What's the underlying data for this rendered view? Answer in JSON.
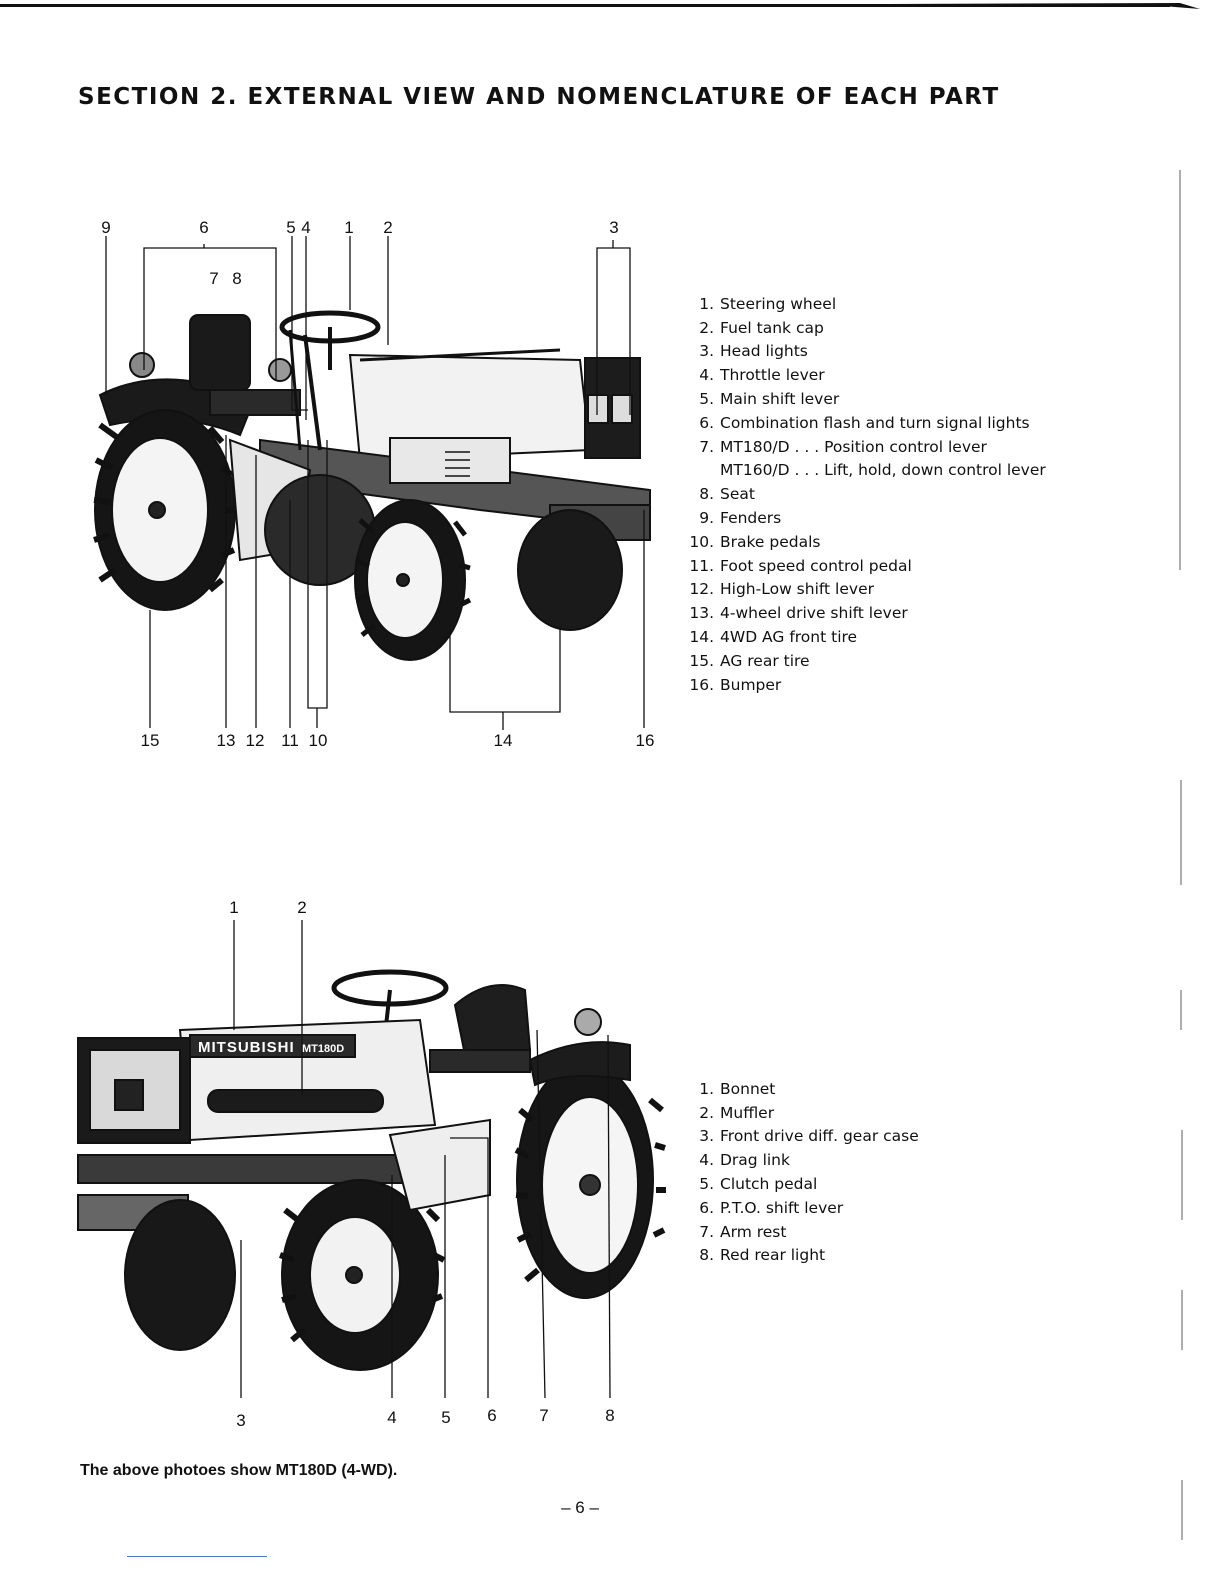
{
  "section_title": "SECTION 2.  EXTERNAL VIEW AND NOMENCLATURE OF EACH PART",
  "figure1": {
    "callouts_top": [
      "9",
      "6",
      "5",
      "4",
      "1",
      "2",
      "3",
      "7",
      "8"
    ],
    "callouts_bottom": [
      "15",
      "13",
      "12",
      "11",
      "10",
      "14",
      "16"
    ],
    "parts": [
      {
        "num": "1.",
        "label": "Steering wheel"
      },
      {
        "num": "2.",
        "label": "Fuel tank cap"
      },
      {
        "num": "3.",
        "label": "Head lights"
      },
      {
        "num": "4.",
        "label": "Throttle lever"
      },
      {
        "num": "5.",
        "label": "Main shift lever"
      },
      {
        "num": "6.",
        "label": "Combination flash and turn signal lights"
      },
      {
        "num": "7.",
        "label": "MT180/D . . . Position control lever"
      },
      {
        "num": "",
        "label": "MT160/D . . . Lift, hold, down control lever"
      },
      {
        "num": "8.",
        "label": "Seat"
      },
      {
        "num": "9.",
        "label": "Fenders"
      },
      {
        "num": "10.",
        "label": "Brake pedals"
      },
      {
        "num": "11.",
        "label": "Foot speed control pedal"
      },
      {
        "num": "12.",
        "label": "High-Low shift lever"
      },
      {
        "num": "13.",
        "label": "4-wheel drive shift lever"
      },
      {
        "num": "14.",
        "label": "4WD AG front tire"
      },
      {
        "num": "15.",
        "label": "AG rear tire"
      },
      {
        "num": "16.",
        "label": "Bumper"
      }
    ]
  },
  "figure2": {
    "callouts_top": [
      "1",
      "2"
    ],
    "callouts_bottom": [
      "3",
      "4",
      "5",
      "6",
      "7",
      "8"
    ],
    "brand_text": "MITSUBISHI",
    "model_badge": "MT180D",
    "parts": [
      {
        "num": "1.",
        "label": "Bonnet"
      },
      {
        "num": "2.",
        "label": "Muffler"
      },
      {
        "num": "3.",
        "label": "Front drive diff. gear case"
      },
      {
        "num": "4.",
        "label": "Drag link"
      },
      {
        "num": "5.",
        "label": "Clutch pedal"
      },
      {
        "num": "6.",
        "label": "P.T.O. shift lever"
      },
      {
        "num": "7.",
        "label": "Arm rest"
      },
      {
        "num": "8.",
        "label": "Red rear light"
      }
    ]
  },
  "caption": "The above photoes show MT180D (4-WD).",
  "page_number": "– 6 –"
}
